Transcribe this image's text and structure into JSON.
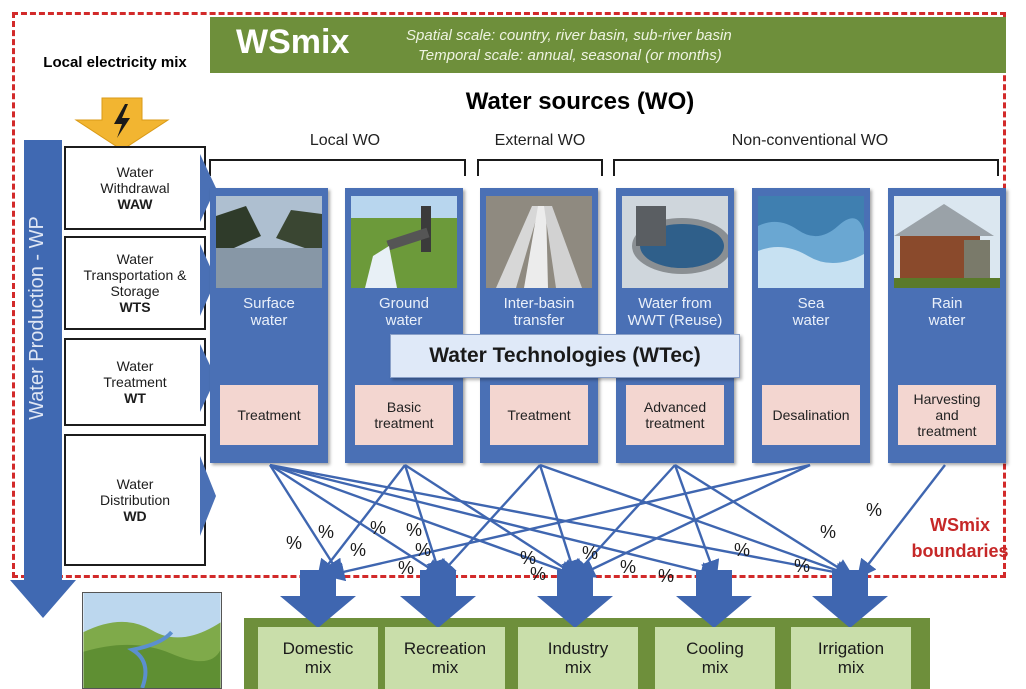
{
  "banner": {
    "title": "WSmix",
    "spatial": "Spatial scale: country, river basin, sub-river basin",
    "temporal": "Temporal scale:  annual, seasonal (or months)"
  },
  "electricity": {
    "label": "Local electricity mix",
    "icon": "lightning-icon"
  },
  "water_sources_title": "Water sources (WO)",
  "groups": {
    "local": "Local WO",
    "external": "External WO",
    "nonconventional": "Non-conventional WO"
  },
  "production_axis": "Water Production - WP",
  "stages": [
    {
      "name": "Water Withdrawal",
      "code": "WAW"
    },
    {
      "name": "Water Transportation & Storage",
      "code": "WTS"
    },
    {
      "name": "Water Treatment",
      "code": "WT"
    },
    {
      "name": "Water Distribution",
      "code": "WD"
    }
  ],
  "sources": [
    {
      "label": "Surface\nwater",
      "tech": "Treatment"
    },
    {
      "label": "Ground\nwater",
      "tech": "Basic\ntreatment"
    },
    {
      "label": "Inter-basin\ntransfer",
      "tech": "Treatment"
    },
    {
      "label": "Water from\nWWT (Reuse)",
      "tech": "Advanced\ntreatment"
    },
    {
      "label": "Sea\nwater",
      "tech": "Desalination"
    },
    {
      "label": "Rain\nwater",
      "tech": "Harvesting\nand\ntreatment"
    }
  ],
  "water_technologies": "Water Technologies (WTec)",
  "percent_symbol": "%",
  "boundaries_label": {
    "line1": "WSmix",
    "line2": "boundaries"
  },
  "mixes": [
    "Domestic\nmix",
    "Recreation\nmix",
    "Industry\nmix",
    "Cooling\nmix",
    "Irrigation\nmix"
  ],
  "colors": {
    "boundary": "#d22a2a",
    "banner_green": "#6e8f3b",
    "column_blue": "#4a70b5",
    "arrow_blue": "#3f66b0",
    "tech_pink": "#f3d6d0",
    "mix_green": "#c9deaa",
    "electricity_arrow": "#f2b531"
  }
}
